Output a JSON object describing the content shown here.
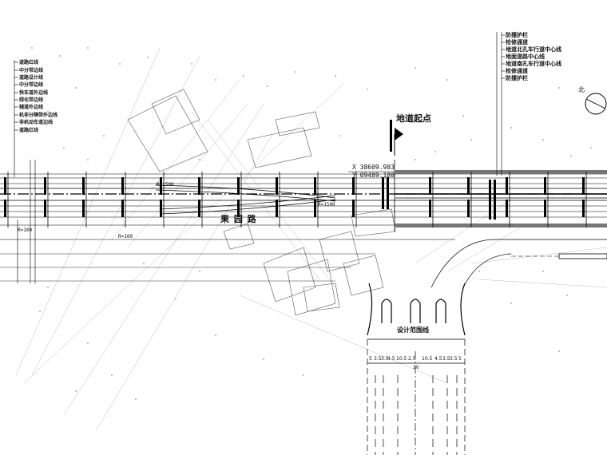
{
  "left_legend": [
    "道路红线",
    "中分带边线",
    "道路设计线",
    "中分带边线",
    "快车道外边线",
    "绿化带边线",
    "辅道外边线",
    "机非分隔带外边线",
    "非机动车道边线",
    "道路红线"
  ],
  "right_legend": [
    "防撞护栏",
    "检修通道",
    "地道北孔车行道中心线",
    "地面道路中心线",
    "地道南孔车行道中心线",
    "检修通道",
    "防撞护栏"
  ],
  "tunnel_start_label": "地道起点",
  "road_name": "果 园 路",
  "coordinates": {
    "x": "X 38609.983",
    "y": "Y 09489.180"
  },
  "design_boundary_label": "设计范围线",
  "north_label": "北",
  "dimension_numbers": [
    "5",
    "3.5",
    "3.5",
    "4.5",
    "10.5",
    "2.5",
    "10",
    "10.5",
    "4.5",
    "3.5",
    "3.5",
    "5"
  ],
  "radius_labels": [
    "R=1500",
    "R=1500",
    "R=100",
    "R=100"
  ]
}
